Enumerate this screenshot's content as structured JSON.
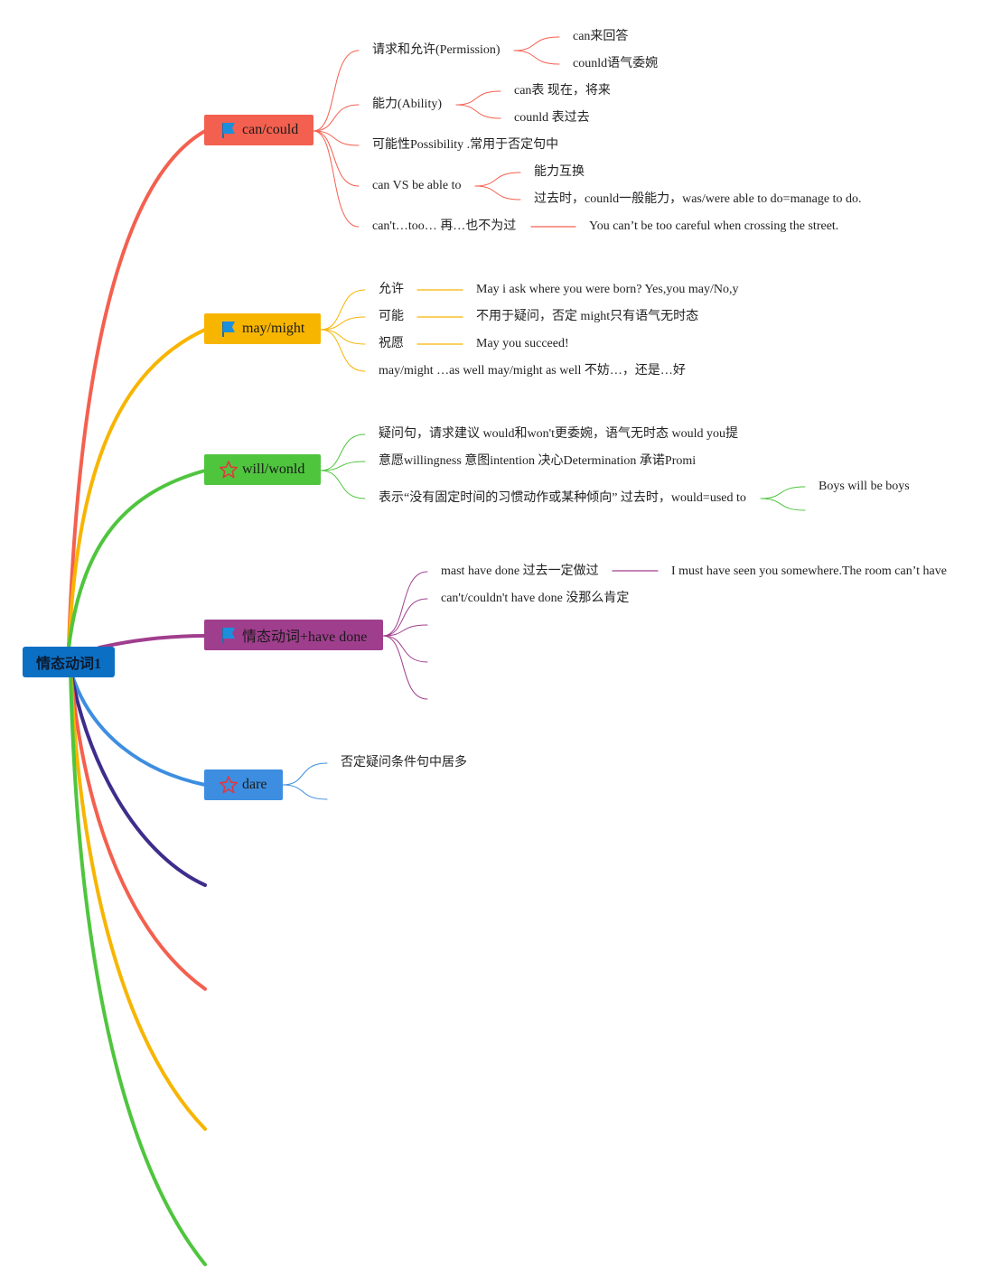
{
  "root": {
    "label": "情态动词1",
    "color": "#0b6fc4"
  },
  "branches": {
    "can": {
      "label": "can/could",
      "color": "#f4604f",
      "icon": "flag-icon",
      "items": {
        "permission": {
          "label": "请求和允许(Permission)",
          "sub1": "can来回答",
          "sub2": "counld语气委婉"
        },
        "ability": {
          "label": "能力(Ability)",
          "sub1": "can表 现在，将来",
          "sub2": "counld 表过去"
        },
        "possibility": {
          "label": "可能性Possibility .常用于否定句中"
        },
        "able_to": {
          "label": "can VS be able to",
          "sub1": "能力互换",
          "sub2": "过去时，counld一般能力，was/were able to do=manage to do."
        },
        "too": {
          "label": "can't…too… 再…也不为过",
          "example": "You can’t be too careful when crossing the street."
        }
      }
    },
    "may": {
      "label": "may/might",
      "color": "#f7b500",
      "icon": "flag-icon",
      "items": {
        "permit": {
          "label": "允许",
          "example": "May i ask where you were born? Yes,you may/No,y"
        },
        "possible": {
          "label": "可能",
          "example": "不用于疑问，否定 might只有语气无时态"
        },
        "wish": {
          "label": "祝愿",
          "example": "May you succeed!"
        },
        "as_well": {
          "label": "may/might …as well may/might as well 不妨…，还是…好"
        }
      }
    },
    "will": {
      "label": "will/wonld",
      "color": "#4fc53e",
      "icon": "star-icon",
      "items": {
        "question": {
          "label": "疑问句，请求建议 would和won't更委婉，语气无时态 would you提"
        },
        "willingness": {
          "label": "意愿willingness 意图intention 决心Determination 承诺Promi"
        },
        "habit": {
          "label": "表示“没有固定时间的习惯动作或某种倾向” 过去时，would=used to",
          "example": "Boys will be boys"
        }
      }
    },
    "have_done": {
      "label": "情态动词+have done",
      "color": "#a03e8e",
      "icon": "flag-icon",
      "items": {
        "must": {
          "label": "mast have done 过去一定做过",
          "example": "I must have seen you somewhere.The room can’t have"
        },
        "cant": {
          "label": "can't/couldn't have done 没那么肯定"
        }
      }
    },
    "dare": {
      "label": "dare",
      "color": "#3d8ee0",
      "icon": "star-icon",
      "items": {
        "negative": {
          "label": "否定疑问条件句中居多"
        }
      }
    }
  },
  "extra_branch_colors": [
    "#3f2d8c",
    "#f4604f",
    "#f7b500",
    "#4fc53e"
  ],
  "colors": {
    "flag": "#1c8fdc",
    "star": "#e0393e"
  }
}
